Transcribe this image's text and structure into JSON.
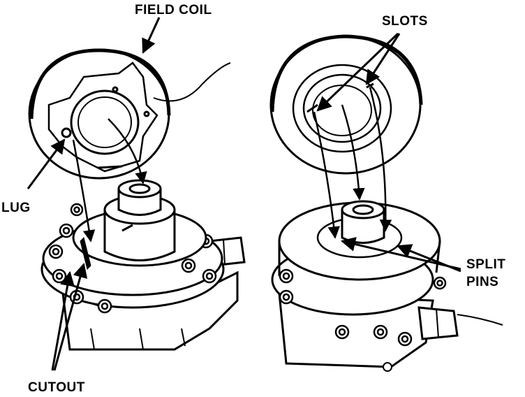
{
  "labels": {
    "field_coil": "FIELD COIL",
    "lug": "LUG",
    "cutout": "CUTOUT",
    "slots": "SLOTS",
    "split": "SPLIT",
    "pins": "PINS"
  },
  "colors": {
    "ink": "#000000",
    "paper": "#ffffff"
  }
}
